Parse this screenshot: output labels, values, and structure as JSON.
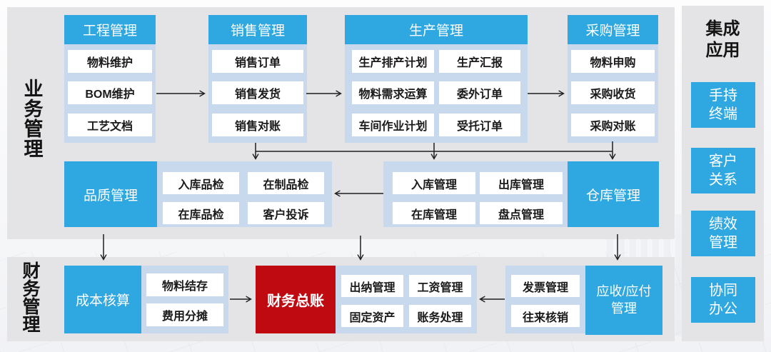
{
  "diagram": {
    "sections": {
      "business": "业务管理",
      "finance": "财务管理",
      "integration": "集成\n应用"
    },
    "engineering": {
      "title": "工程管理",
      "items": [
        "物料维护",
        "BOM维护",
        "工艺文档"
      ]
    },
    "sales": {
      "title": "销售管理",
      "items": [
        "销售订单",
        "销售发货",
        "销售对账"
      ]
    },
    "production": {
      "title": "生产管理",
      "col1": [
        "生产排产计划",
        "物料需求运算",
        "车间作业计划"
      ],
      "col2": [
        "生产汇报",
        "委外订单",
        "受托订单"
      ]
    },
    "procurement": {
      "title": "采购管理",
      "items": [
        "物料申购",
        "采购收货",
        "采购对账"
      ]
    },
    "quality": {
      "title": "品质管理",
      "items": [
        "入库品检",
        "在制品检",
        "在库品检",
        "客户投诉"
      ]
    },
    "warehouse": {
      "title": "仓库管理",
      "items": [
        "入库管理",
        "出库管理",
        "在库管理",
        "盘点管理"
      ]
    },
    "cost": {
      "title": "成本核算",
      "items": [
        "物料结存",
        "费用分摊"
      ]
    },
    "ledger": {
      "title": "财务总账"
    },
    "finance_ops": {
      "items": [
        "出纳管理",
        "工资管理",
        "固定资产",
        "账务处理"
      ]
    },
    "ar_ap": {
      "title": "应收/应付\n管理",
      "items": [
        "发票管理",
        "往来核销"
      ]
    },
    "integration_apps": [
      "手持\n终端",
      "客户\n关系",
      "绩效\n管理",
      "协同\n办公"
    ],
    "colors": {
      "blue": "#2FA8E1",
      "light_blue": "#C8D9ED",
      "red": "#C00A12",
      "panel_gray": "#E4E4E6"
    }
  }
}
